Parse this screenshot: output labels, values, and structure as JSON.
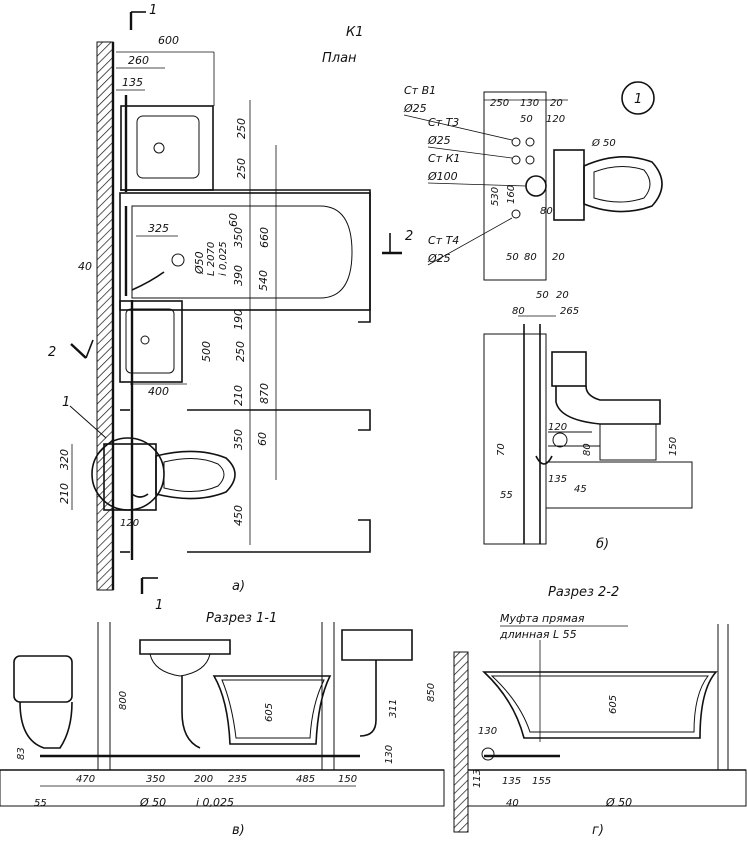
{
  "plan": {
    "code": "К1",
    "title": "План",
    "caption": "а)",
    "section_mark_1": "1",
    "section_mark_2": "2",
    "callout_1": "1",
    "dims": {
      "d600": "600",
      "d260": "260",
      "d135": "135",
      "d250a": "250",
      "d250b": "250",
      "d60a": "60",
      "d325": "325",
      "d350a": "350",
      "d660": "660",
      "d390": "390",
      "d540": "540",
      "d190": "190",
      "d500": "500",
      "d250c": "250",
      "d400": "400",
      "d210a": "210",
      "d870": "870",
      "d350b": "350",
      "d60b": "60",
      "d320": "320",
      "d210b": "210",
      "d450": "450",
      "d120": "120",
      "d40": "40",
      "pipe_dia": "Ø50",
      "length": "L 2070",
      "slope": "i 0,025"
    }
  },
  "detail": {
    "callout": "1",
    "risers": [
      {
        "name": "Ст В1",
        "dia": "Ø25"
      },
      {
        "name": "Ст Т3",
        "dia": "Ø25"
      },
      {
        "name": "Ст К1",
        "dia": "Ø100"
      },
      {
        "name": "Ст Т4",
        "dia": "Ø25"
      }
    ],
    "dims": {
      "d250": "250",
      "d130": "130",
      "d20a": "20",
      "d50": "50",
      "d120": "120",
      "d530": "530",
      "d160": "160",
      "d80": "80",
      "d50b": "50",
      "d80b": "80",
      "d20b": "20",
      "pipe": "Ø 50"
    }
  },
  "section_b": {
    "caption": "б)",
    "dims": {
      "d50": "50",
      "d20": "20",
      "d80": "80",
      "d265": "265",
      "d120": "120",
      "d70": "70",
      "d80b": "80",
      "d150": "150",
      "d135": "135",
      "d45": "45",
      "d55": "55"
    }
  },
  "section_v": {
    "title": "Разрез 1-1",
    "caption": "в)",
    "dims": {
      "d800": "800",
      "d605": "605",
      "d311": "311",
      "d850": "850",
      "d130": "130",
      "d83": "83",
      "d470": "470",
      "d350": "350",
      "d200": "200",
      "d235": "235",
      "d485": "485",
      "d150": "150",
      "d55": "55",
      "pipe": "Ø 50",
      "slope": "i 0,025"
    }
  },
  "section_g": {
    "title": "Разрез 2-2",
    "note_1": "Муфта прямая",
    "note_2": "длинная  L 55",
    "caption": "г)",
    "dims": {
      "d605": "605",
      "d130": "130",
      "d113": "113",
      "d135": "135",
      "d155": "155",
      "d40": "40",
      "pipe": "Ø 50"
    }
  }
}
